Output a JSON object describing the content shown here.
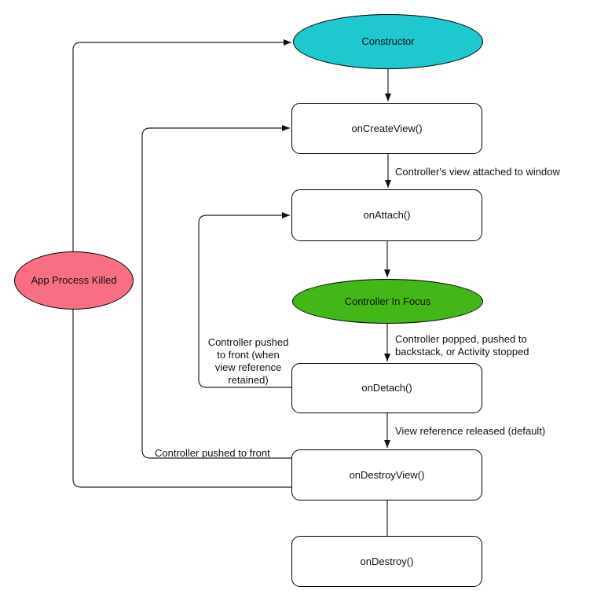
{
  "nodes": {
    "constructor": {
      "label": "Constructor",
      "shape": "ellipse",
      "color": "#1EC8CE"
    },
    "on_create_view": {
      "label": "onCreateView()",
      "shape": "rect",
      "color": "#FFFFFF"
    },
    "on_attach": {
      "label": "onAttach()",
      "shape": "rect",
      "color": "#FFFFFF"
    },
    "controller_in_focus": {
      "label": "Controller In Focus",
      "shape": "ellipse",
      "color": "#44B718"
    },
    "on_detach": {
      "label": "onDetach()",
      "shape": "rect",
      "color": "#FFFFFF"
    },
    "on_destroy_view": {
      "label": "onDestroyView()",
      "shape": "rect",
      "color": "#FFFFFF"
    },
    "on_destroy": {
      "label": "onDestroy()",
      "shape": "rect",
      "color": "#FFFFFF"
    },
    "app_process_killed": {
      "label": "App Process Killed",
      "shape": "ellipse",
      "color": "#F86E82"
    }
  },
  "edge_labels": {
    "view_attached": "Controller's view attached to window",
    "popped": "Controller popped, pushed to\nbackstack, or Activity stopped",
    "retained": "Controller pushed\nto front (when\nview reference\nretained)",
    "released": "View reference released (default)",
    "pushed_front": "Controller pushed to front"
  },
  "colors": {
    "line": "#222222",
    "node_border": "#000000",
    "text": "#111111",
    "background": "#FFFFFF"
  }
}
